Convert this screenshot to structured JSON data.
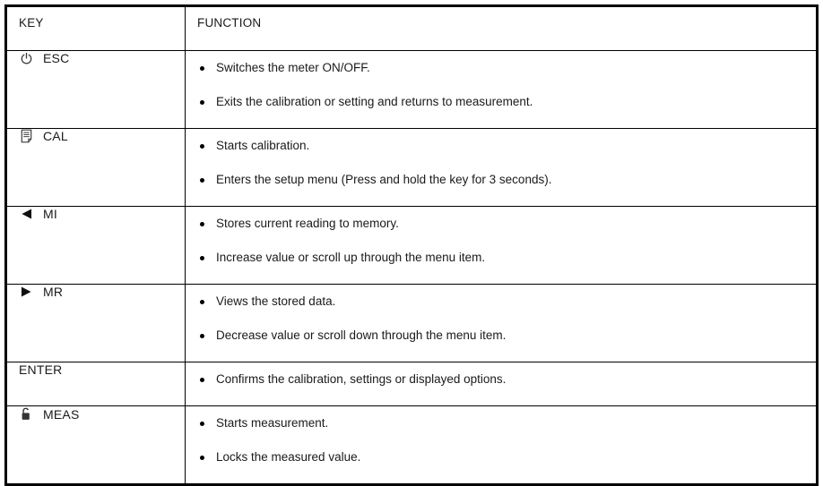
{
  "table": {
    "headers": {
      "key": "KEY",
      "function": "FUNCTION"
    },
    "rows": [
      {
        "icon": "power-icon",
        "key": "ESC",
        "functions": [
          "Switches the meter ON/OFF.",
          "Exits the calibration or setting and returns to measurement."
        ]
      },
      {
        "icon": "document-icon",
        "key": "CAL",
        "functions": [
          "Starts calibration.",
          "Enters the setup menu (Press and hold the key for 3 seconds)."
        ]
      },
      {
        "icon": "triangle-left-icon",
        "key": "MI",
        "functions": [
          "Stores current reading to memory.",
          "Increase value or scroll up through the menu item."
        ]
      },
      {
        "icon": "triangle-right-icon",
        "key": "MR",
        "functions": [
          "Views the stored data.",
          "Decrease value or scroll down through the menu item."
        ]
      },
      {
        "icon": null,
        "key": "ENTER",
        "functions": [
          "Confirms the calibration, settings or displayed options."
        ]
      },
      {
        "icon": "unlock-icon",
        "key": "MEAS",
        "functions": [
          "Starts measurement.",
          "Locks the measured value."
        ]
      }
    ],
    "colors": {
      "border": "#000000",
      "text": "#1a1a1a",
      "bullet": "#000000"
    }
  }
}
